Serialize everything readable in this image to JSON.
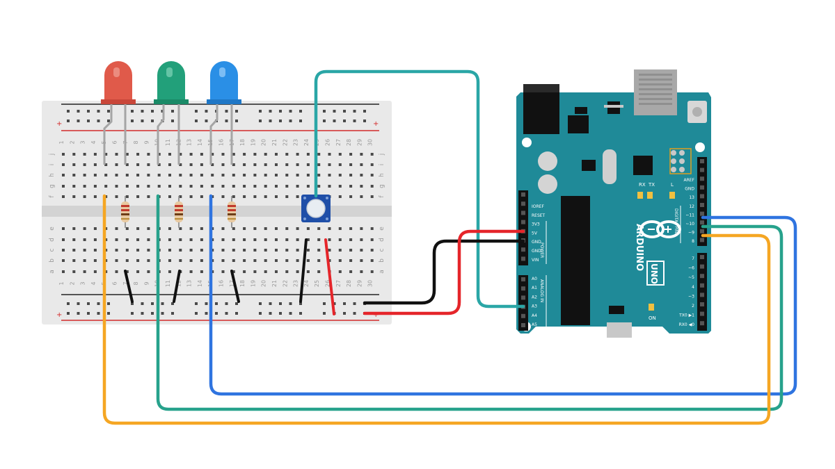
{
  "breadboard": {
    "columns": [
      "1",
      "2",
      "3",
      "4",
      "5",
      "6",
      "7",
      "8",
      "9",
      "10",
      "11",
      "12",
      "13",
      "14",
      "15",
      "16",
      "17",
      "18",
      "19",
      "20",
      "21",
      "22",
      "23",
      "24",
      "25",
      "26",
      "27",
      "28",
      "29",
      "30"
    ],
    "rows_top": [
      "j",
      "i",
      "h",
      "g",
      "f"
    ],
    "rows_bottom": [
      "e",
      "d",
      "c",
      "b",
      "a"
    ],
    "rail_plus": "+",
    "rail_minus": "-"
  },
  "leds": [
    {
      "name": "red-led",
      "color": "#e05a4a"
    },
    {
      "name": "green-led",
      "color": "#22a07a"
    },
    {
      "name": "blue-led",
      "color": "#2a8fe6"
    }
  ],
  "wire_colors": {
    "orange": "#f5a623",
    "teal": "#27a28c",
    "blue": "#2f74e0",
    "cyan": "#2aa6a6",
    "black": "#111111",
    "red": "#e5252a"
  },
  "arduino": {
    "brand": "ARDUINO",
    "model": "UNO",
    "board_color": "#1f8a98",
    "header_power_labels": [
      "IOREF",
      "RESET",
      "3V3",
      "5V",
      "GND",
      "GND",
      "VIN"
    ],
    "header_analog_labels": [
      "A0",
      "A1",
      "A2",
      "A3",
      "A4",
      "A5"
    ],
    "power_title": "POWER",
    "analog_title": "ANALOG IN",
    "digital_title": "DIGITAL PINS",
    "digital_labels_top": [
      "AREF",
      "GND",
      "13",
      "12",
      "~11",
      "~10",
      "~9",
      "8"
    ],
    "digital_labels_bottom": [
      "7",
      "~6",
      "~5",
      "4",
      "~3",
      "2",
      "TX0 ▶1",
      "RX0 ◀0"
    ],
    "led_labels": [
      "RX",
      "TX",
      "L"
    ],
    "on_label": "ON"
  }
}
